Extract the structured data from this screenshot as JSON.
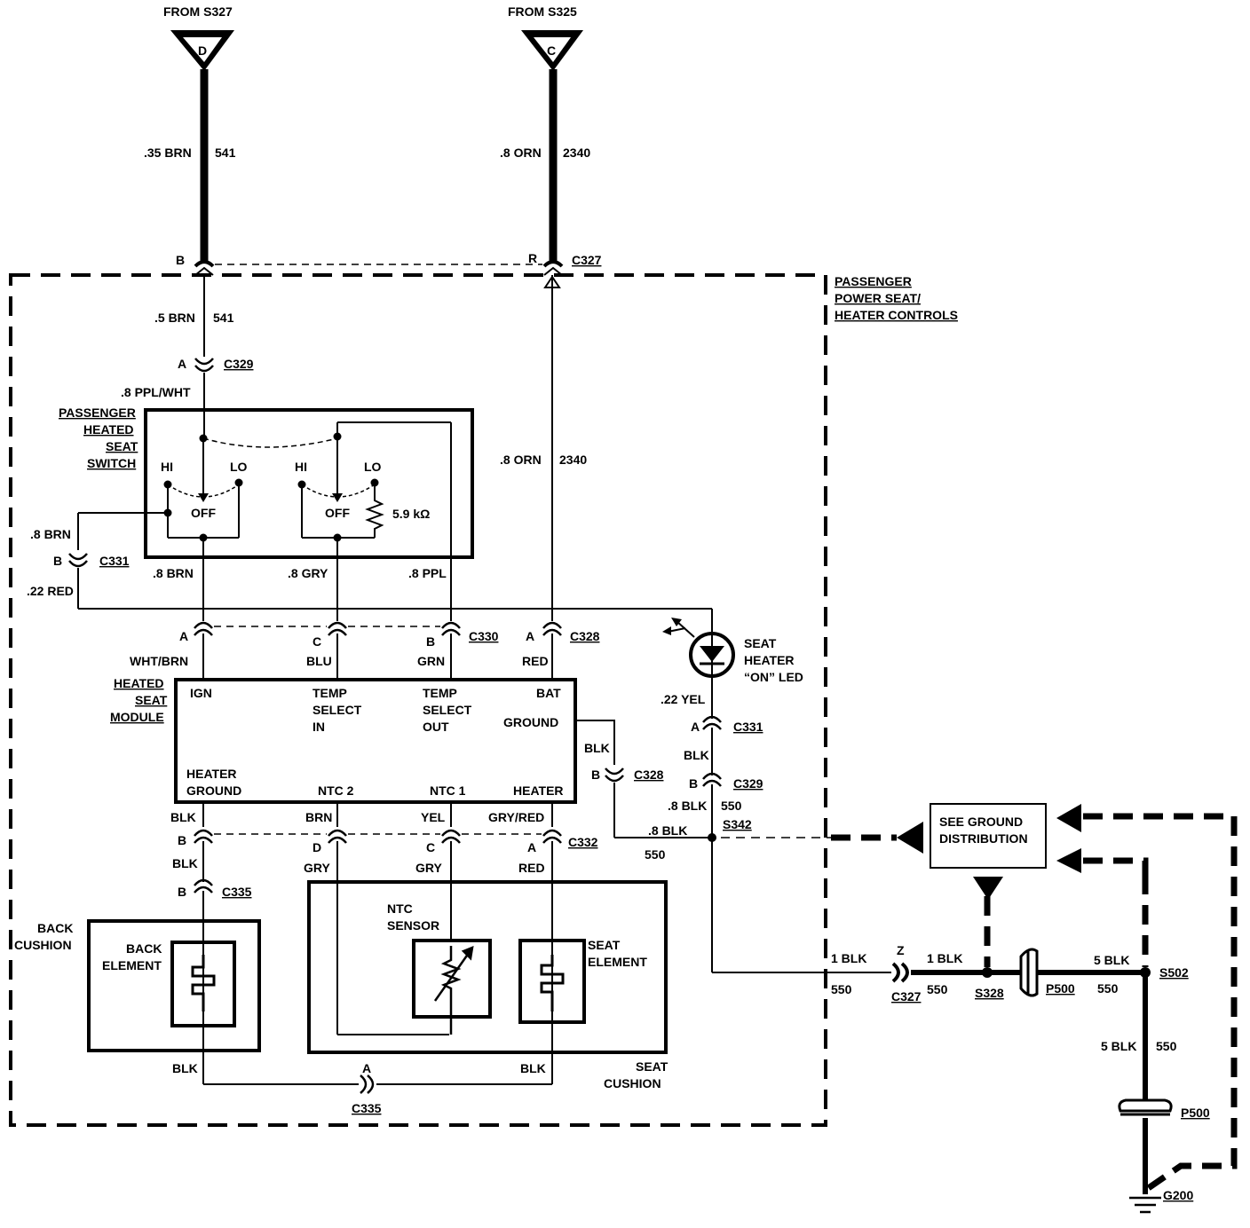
{
  "top": {
    "from_s327": "FROM S327",
    "from_s325": "FROM S325",
    "terminal_d": "D",
    "terminal_c": "C",
    "w1_gauge": ".35 BRN",
    "w1_circuit": "541",
    "w2_gauge": ".8 ORN",
    "w2_circuit": "2340"
  },
  "c327": {
    "pin_b": "B",
    "pin_r": "R",
    "name": "C327"
  },
  "enclosure": {
    "l1": "PASSENGER",
    "l2": "POWER SEAT/",
    "l3": "HEATER CONTROLS"
  },
  "wire541": {
    "gauge": ".5 BRN",
    "circuit": "541"
  },
  "c329_top": {
    "pin": "A",
    "name": "C329"
  },
  "ppl_wht": ".8 PPL/WHT",
  "switch": {
    "l1": "PASSENGER",
    "l2": "HEATED",
    "l3": "SEAT",
    "l4": "SWITCH",
    "hi1": "HI",
    "lo1": "LO",
    "off1": "OFF",
    "hi2": "HI",
    "lo2": "LO",
    "off2": "OFF",
    "resistor": "5.9 kΩ"
  },
  "orn_mid": {
    "gauge": ".8 ORN",
    "circuit": "2340"
  },
  "left_branch": {
    "brn": ".8 BRN",
    "pin": "B",
    "conn": "C331",
    "red": ".22 RED"
  },
  "sw_out": {
    "brn": ".8 BRN",
    "gry": ".8 GRY",
    "ppl": ".8 PPL"
  },
  "c330": {
    "pin_a": "A",
    "pin_c": "C",
    "pin_b": "B",
    "name": "C330"
  },
  "c328_top": {
    "pin": "A",
    "name": "C328"
  },
  "below_c330": {
    "wht_brn": "WHT/BRN",
    "blu": "BLU",
    "grn": "GRN",
    "red": "RED"
  },
  "led": {
    "l1": "SEAT",
    "l2": "HEATER",
    "l3": "“ON” LED"
  },
  "module": {
    "l1": "HEATED",
    "l2": "SEAT",
    "l3": "MODULE",
    "ign": "IGN",
    "temp_in_1": "TEMP",
    "temp_in_2": "SELECT",
    "temp_in_3": "IN",
    "temp_out_1": "TEMP",
    "temp_out_2": "SELECT",
    "temp_out_3": "OUT",
    "bat": "BAT",
    "ground": "GROUND",
    "heater_gnd_1": "HEATER",
    "heater_gnd_2": "GROUND",
    "ntc2": "NTC 2",
    "ntc1": "NTC 1",
    "heater": "HEATER"
  },
  "yel_wire": ".22 YEL",
  "c331_r": {
    "pin": "A",
    "name": "C331"
  },
  "blk_a": "BLK",
  "c329_r": {
    "pin": "B",
    "name": "C329"
  },
  "blk_550": {
    "gauge": ".8 BLK",
    "circuit": "550"
  },
  "c328_b": {
    "blk": "BLK",
    "pin": "B",
    "name": "C328"
  },
  "s342": {
    "gauge": ".8 BLK",
    "circuit": "550",
    "name": "S342"
  },
  "c332_row": {
    "blk": "BLK",
    "brn": "BRN",
    "yel": "YEL",
    "gry_red": "GRY/RED",
    "pin_b": "B",
    "pin_d": "D",
    "pin_c": "C",
    "pin_a": "A",
    "name": "C332",
    "gry1": "GRY",
    "gry2": "GRY",
    "red": "RED",
    "blk2": "BLK"
  },
  "c335_top": {
    "pin": "B",
    "name": "C335"
  },
  "back": {
    "c1": "BACK",
    "c2": "CUSHION",
    "e1": "BACK",
    "e2": "ELEMENT"
  },
  "ntc_sensor": {
    "l1": "NTC",
    "l2": "SENSOR"
  },
  "seat_element": {
    "l1": "SEAT",
    "l2": "ELEMENT"
  },
  "seat_cushion": {
    "l1": "SEAT",
    "l2": "CUSHION"
  },
  "bottom": {
    "blk_l": "BLK",
    "blk_r": "BLK",
    "pin_a": "A",
    "conn": "C335"
  },
  "ground_dist": {
    "l1": "SEE GROUND",
    "l2": "DISTRIBUTION"
  },
  "right_chain": {
    "w1_gauge": "1 BLK",
    "w1_circuit": "550",
    "z": "Z",
    "c327": "C327",
    "w2_gauge": "1 BLK",
    "w2_circuit": "550",
    "s328": "S328",
    "p500": "P500",
    "w3_gauge": "5 BLK",
    "w3_circuit": "550",
    "s502": "S502",
    "v_gauge": "5 BLK",
    "v_circuit": "550",
    "p500b": "P500",
    "g200": "G200"
  }
}
